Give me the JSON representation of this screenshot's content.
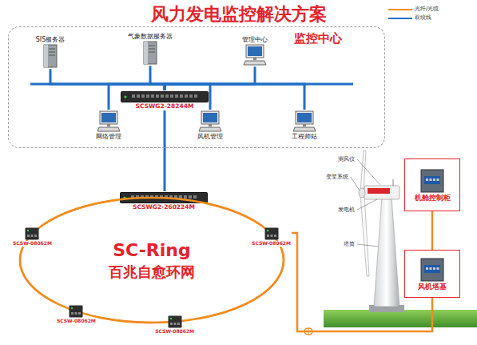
{
  "diagram": {
    "title": "风力发电监控解决方案",
    "nodes": [
      {
        "text": [
          "监控中心"
        ]
      },
      {
        "text": [
          "SIS服务器"
        ],
        "in": 0
      },
      {
        "text": [
          "气象数据服务器"
        ],
        "in": 0
      },
      {
        "text": [
          "管理中心"
        ],
        "in": 0
      },
      {
        "text": [
          "SCSWG2-28244M"
        ],
        "in": 0
      },
      {
        "text": [
          "网络管理"
        ],
        "in": 0
      },
      {
        "text": [
          "风机管理"
        ],
        "in": 0
      },
      {
        "text": [
          "工程师站"
        ],
        "in": 0
      },
      {
        "text": [
          "SCSWG2-260224M"
        ]
      },
      {
        "text": [
          "SC-Ring",
          "百兆自愈环网"
        ]
      },
      {
        "text": [
          "SCSW-08062M"
        ]
      },
      {
        "text": [
          "SCSW-08062M"
        ]
      },
      {
        "text": [
          "SCSW-08062M"
        ]
      },
      {
        "text": [
          "SCSW-08062M"
        ]
      },
      {
        "text": [
          "机舱控制柜"
        ]
      },
      {
        "text": [
          "风机塔基"
        ]
      }
    ],
    "edges": [
      {
        "from": 1,
        "to": 4,
        "arrow": "none"
      },
      {
        "from": 2,
        "to": 4,
        "arrow": "none"
      },
      {
        "from": 3,
        "to": 4,
        "arrow": "none"
      },
      {
        "from": 5,
        "to": 4,
        "arrow": "none"
      },
      {
        "from": 6,
        "to": 4,
        "arrow": "none"
      },
      {
        "from": 7,
        "to": 4,
        "arrow": "none"
      },
      {
        "from": 4,
        "to": 8,
        "arrow": "none"
      },
      {
        "from": 8,
        "to": 11,
        "arrow": "none"
      },
      {
        "from": 11,
        "to": 13,
        "arrow": "none"
      },
      {
        "from": 13,
        "to": 12,
        "arrow": "none"
      },
      {
        "from": 12,
        "to": 10,
        "arrow": "none"
      },
      {
        "from": 10,
        "to": 8,
        "arrow": "none"
      },
      {
        "from": 11,
        "to": 15,
        "arrow": "none"
      },
      {
        "from": 15,
        "to": 14,
        "arrow": "none"
      }
    ],
    "labels": [
      "测风仪",
      "变桨系统",
      "发电机",
      "塔筒"
    ],
    "legend": [
      {
        "text": "光纤/光缆"
      },
      {
        "text": "双绞线"
      }
    ]
  }
}
